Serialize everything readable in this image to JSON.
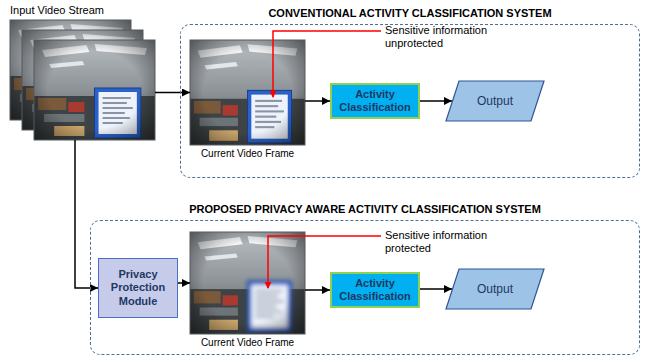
{
  "diagram": {
    "nodes": [
      {
        "text": [
          "Input Video Stream"
        ]
      },
      {
        "text": [
          "CONVENTIONAL ACTIVITY CLASSIFICATION SYSTEM"
        ]
      },
      {
        "text": [
          "Current Video Frame"
        ],
        "in": 1
      },
      {
        "text": [
          "Activity Classification"
        ],
        "in": 1
      },
      {
        "text": [
          "Output"
        ],
        "in": 1
      },
      {
        "text": [
          "PROPOSED PRIVACY AWARE ACTIVITY CLASSIFICATION SYSTEM"
        ]
      },
      {
        "text": [
          "Privacy Protection Module"
        ],
        "in": 5
      },
      {
        "text": [
          "Current Video Frame"
        ],
        "in": 5
      },
      {
        "text": [
          "Activity Classification"
        ],
        "in": 5
      },
      {
        "text": [
          "Output"
        ],
        "in": 5
      }
    ],
    "edges": [
      {
        "from": 0,
        "to": 2,
        "arrow": "to"
      },
      {
        "from": 2,
        "to": 3,
        "arrow": "to"
      },
      {
        "from": 3,
        "to": 4,
        "arrow": "to"
      },
      {
        "from": 0,
        "to": 6,
        "arrow": "to"
      },
      {
        "from": 6,
        "to": 7,
        "arrow": "to"
      },
      {
        "from": 7,
        "to": 8,
        "arrow": "to"
      },
      {
        "from": 8,
        "to": 9,
        "arrow": "to"
      }
    ],
    "labels": [
      "Sensitive information unprotected",
      "Sensitive information protected"
    ]
  }
}
